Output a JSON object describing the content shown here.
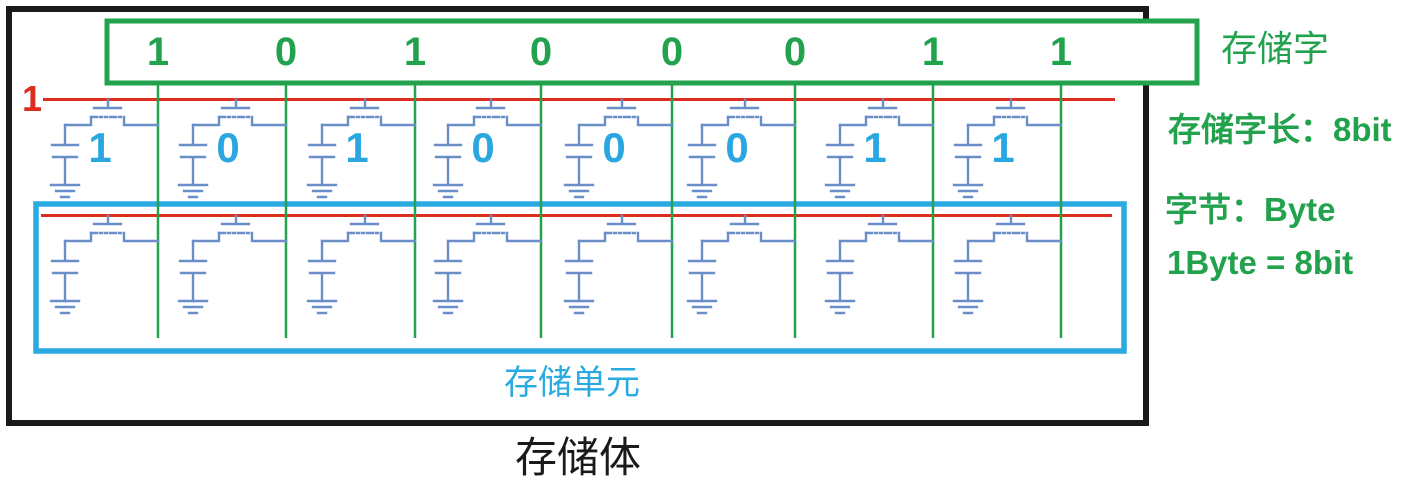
{
  "diagram": {
    "memory_bank_label": "存储体",
    "word_box_label": "存储字",
    "word_bits": [
      "1",
      "0",
      "1",
      "0",
      "0",
      "0",
      "1",
      "1"
    ],
    "word_line_label": "1",
    "cell_values": [
      "1",
      "0",
      "1",
      "0",
      "0",
      "0",
      "1",
      "1"
    ],
    "unit_box_label": "存储单元",
    "notes": {
      "word_length": "存储字长：8bit",
      "byte_def": "字节：Byte",
      "byte_equiv": "1Byte = 8bit"
    },
    "colors": {
      "word_green": "#22a24d",
      "word_line_red": "#dc2d1e",
      "unit_cyan": "#29abe2",
      "cell_digit_blue": "#2aa7e0",
      "circuit_blue": "#6a8fc8",
      "bank_black": "#1a1a1a"
    }
  }
}
